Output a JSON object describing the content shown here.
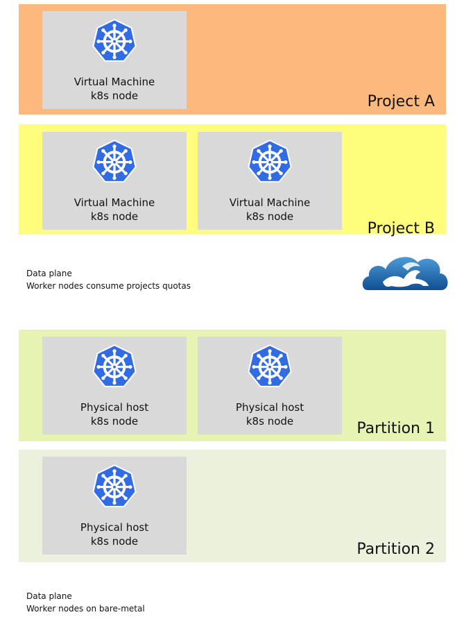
{
  "colors": {
    "project_a": "#fdb97d",
    "project_b": "#fffd7b",
    "partition_1": "#e7f3b3",
    "partition_2": "#eaf1dd",
    "node_bg": "#d9d9d9",
    "k8s_blue": "#326ce5"
  },
  "icons": {
    "node_logo": "kubernetes-helm-wheel-icon",
    "cloud_logo": "cloud-winged-lion-logo"
  },
  "project_a": {
    "label": "Project A",
    "nodes": [
      {
        "line1": "Virtual Machine",
        "line2": "k8s node"
      }
    ]
  },
  "project_b": {
    "label": "Project B",
    "nodes": [
      {
        "line1": "Virtual Machine",
        "line2": "k8s node"
      },
      {
        "line1": "Virtual Machine",
        "line2": "k8s node"
      }
    ]
  },
  "note_top": {
    "line1": "Data plane",
    "line2": "Worker nodes consume projects quotas"
  },
  "partition_1": {
    "label": "Partition 1",
    "nodes": [
      {
        "line1": "Physical host",
        "line2": "k8s node"
      },
      {
        "line1": "Physical host",
        "line2": "k8s node"
      }
    ]
  },
  "partition_2": {
    "label": "Partition 2",
    "nodes": [
      {
        "line1": "Physical host",
        "line2": "k8s node"
      }
    ]
  },
  "note_bottom": {
    "line1": "Data plane",
    "line2": "Worker nodes on bare-metal"
  }
}
